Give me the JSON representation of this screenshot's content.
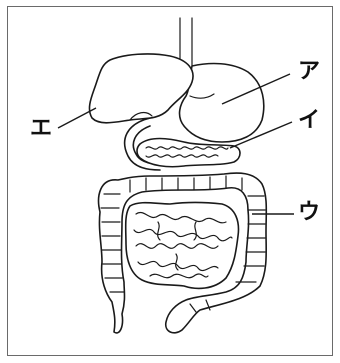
{
  "labels": {
    "a": "ア",
    "i": "イ",
    "u": "ウ",
    "e": "エ"
  }
}
